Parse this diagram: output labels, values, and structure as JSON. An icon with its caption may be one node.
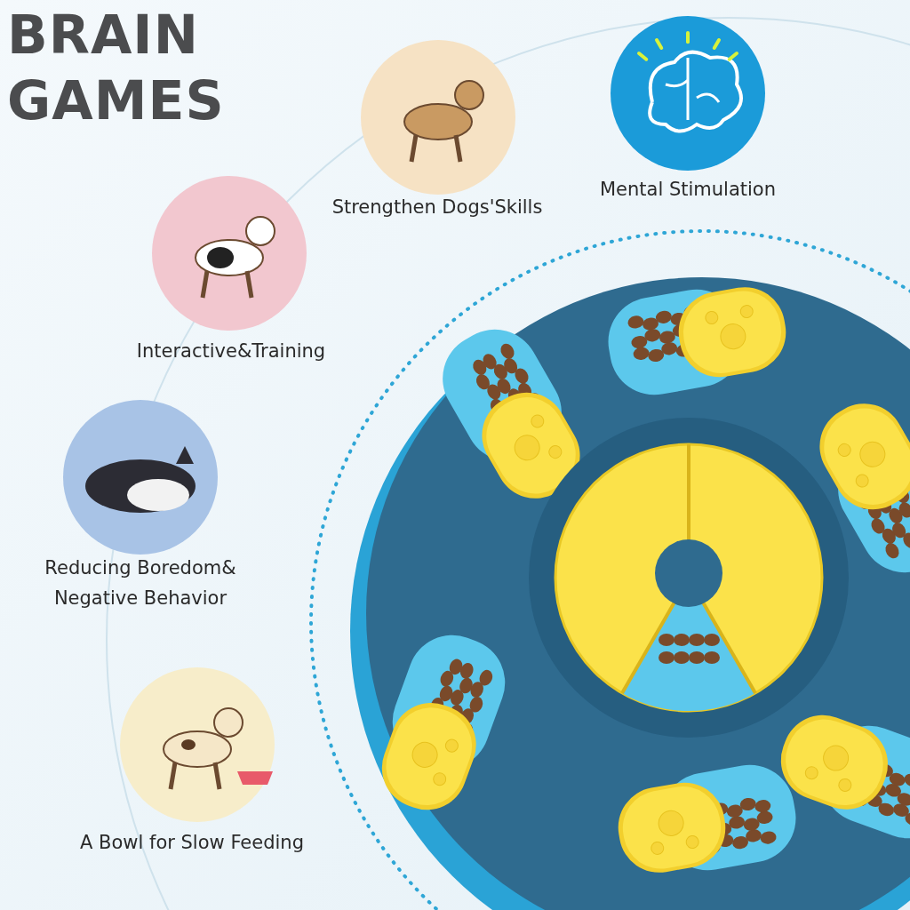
{
  "diagram": {
    "title": "BRAIN GAMES",
    "labels": [
      "Strengthen Dogs'Skills",
      "Mental Stimulation",
      "Interactive&Training",
      "Reducing Boredom& Negative Behavior",
      "A Bowl for Slow Feeding"
    ]
  }
}
